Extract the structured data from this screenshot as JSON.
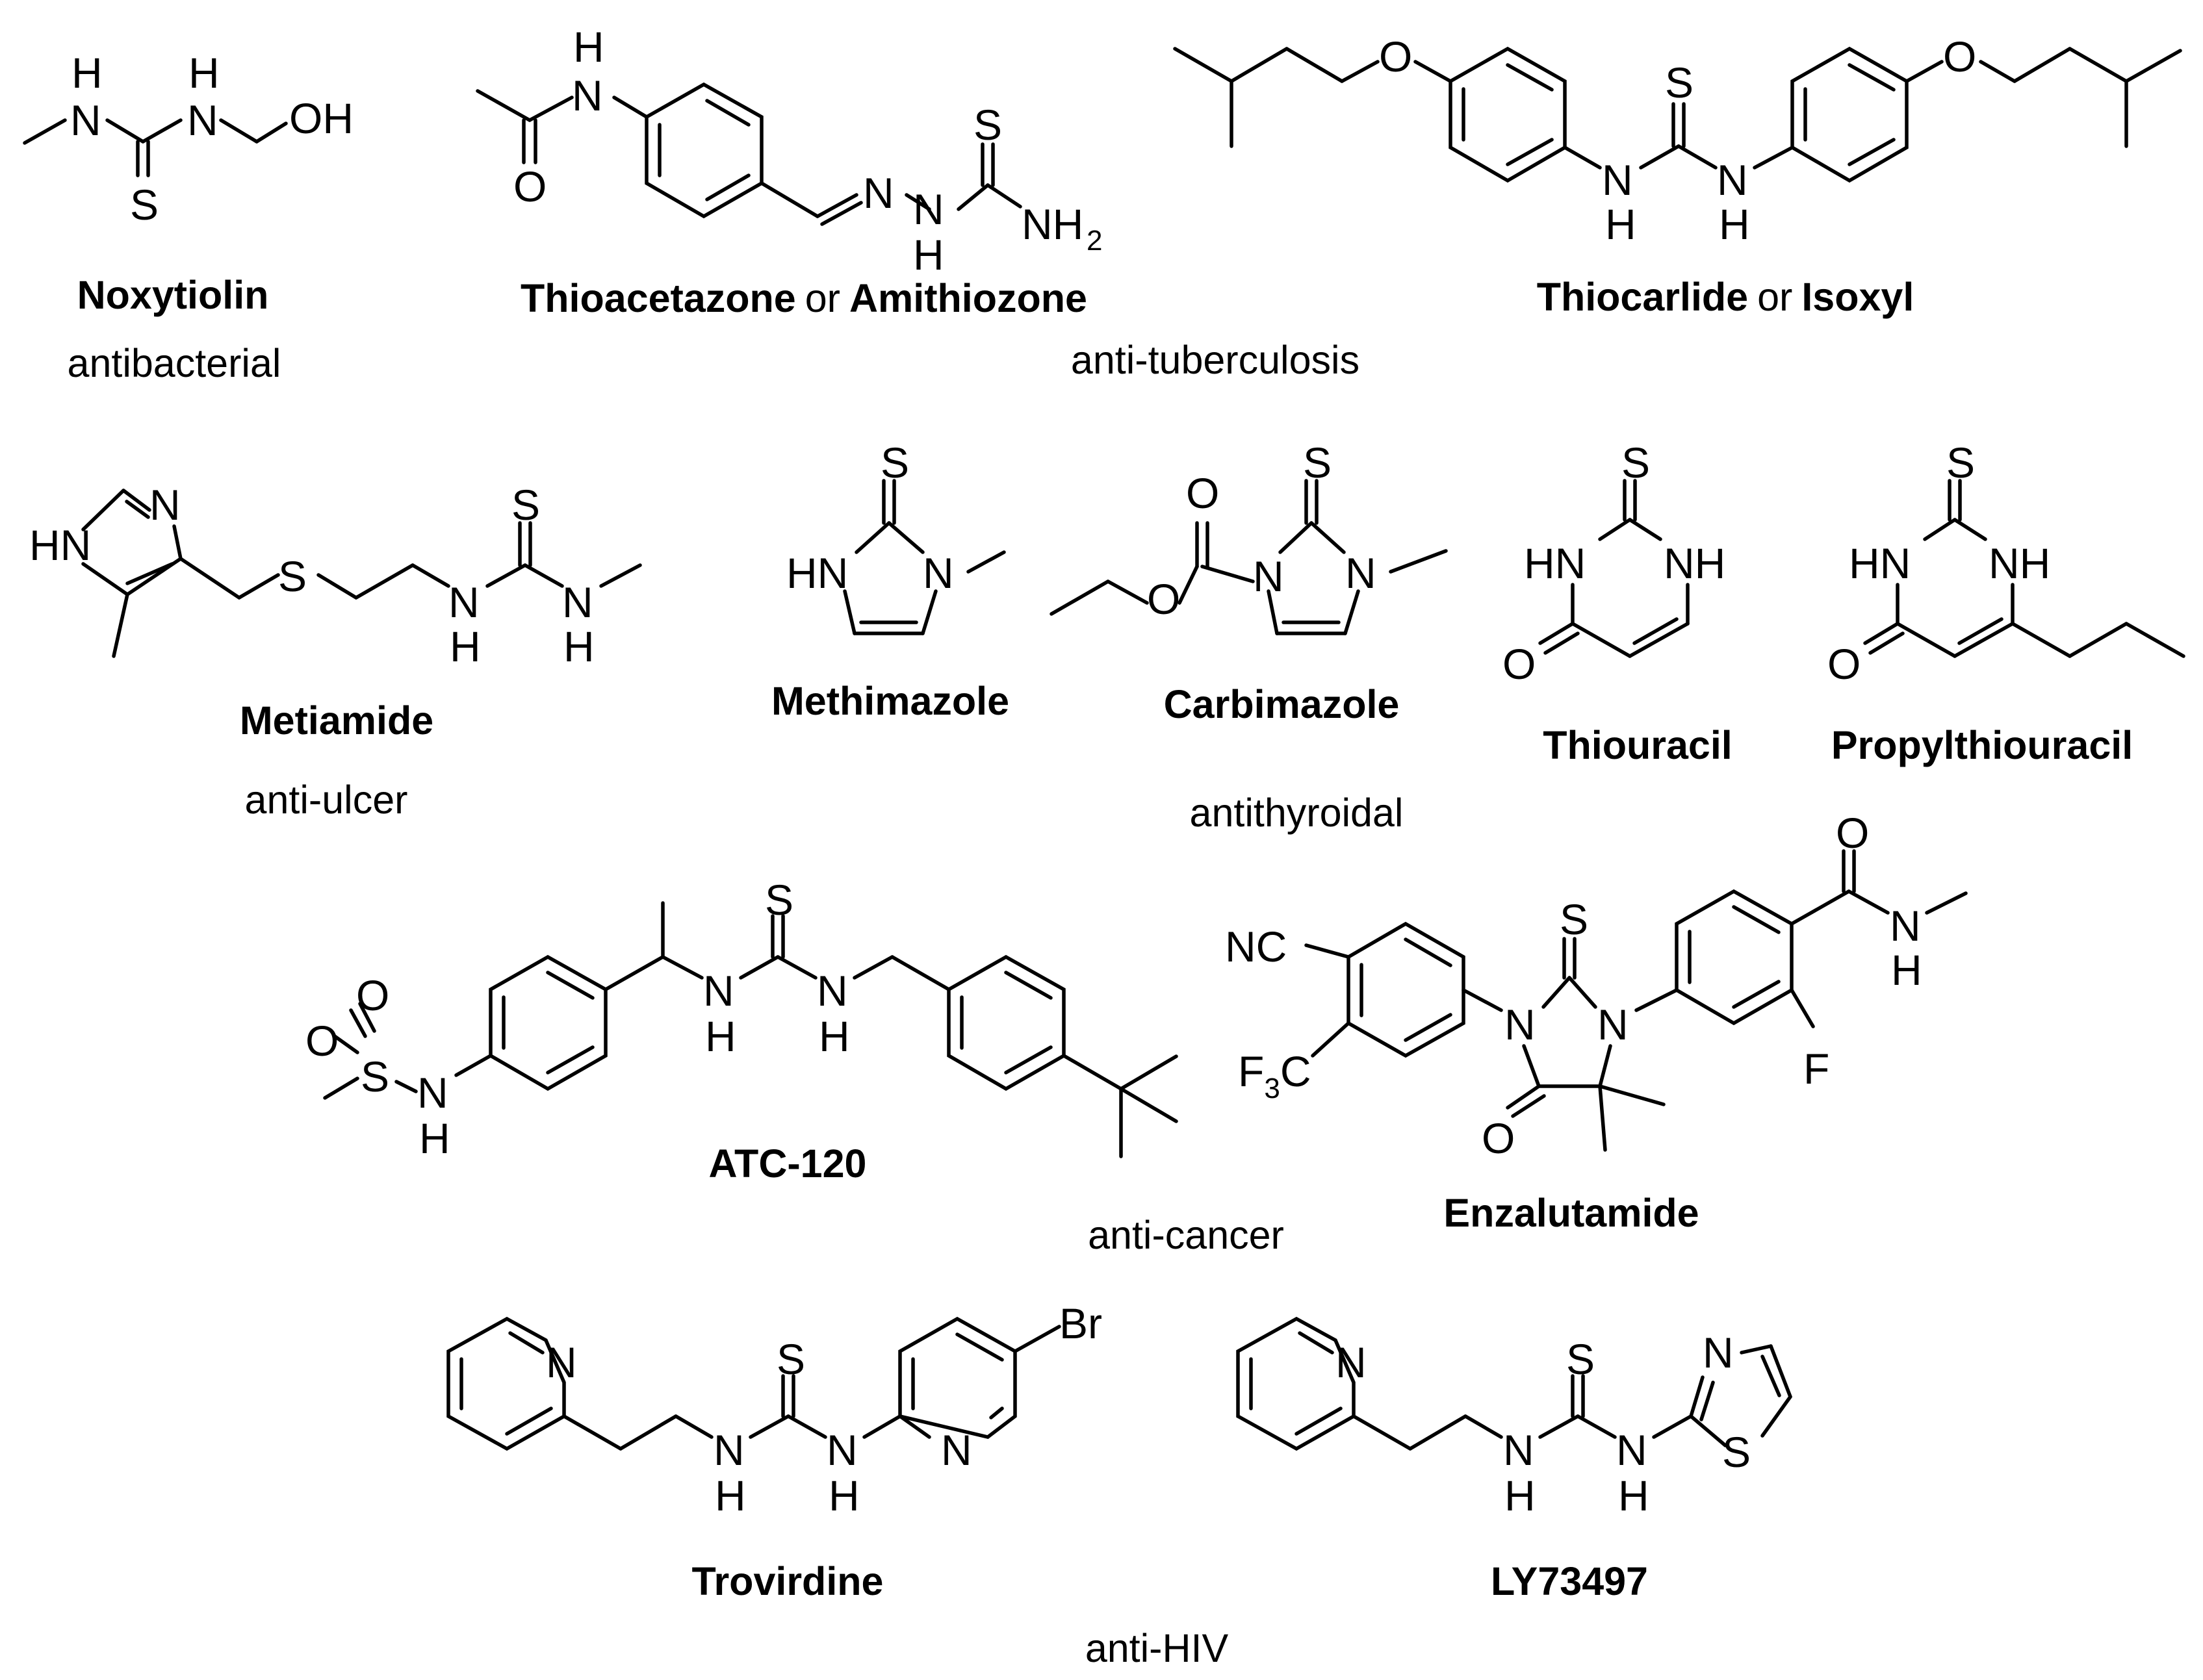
{
  "compounds": [
    {
      "key": "noxytiolin",
      "name": "Noxytiolin"
    },
    {
      "key": "thioacetazone",
      "name": "Thioacetazone",
      "joiner": "or",
      "alt_name": "Amithiozone"
    },
    {
      "key": "thiocarlide",
      "name": "Thiocarlide",
      "joiner": "or",
      "alt_name": "Isoxyl"
    },
    {
      "key": "metiamide",
      "name": "Metiamide"
    },
    {
      "key": "methimazole",
      "name": "Methimazole"
    },
    {
      "key": "carbimazole",
      "name": "Carbimazole"
    },
    {
      "key": "thiouracil",
      "name": "Thiouracil"
    },
    {
      "key": "propylthiouracil",
      "name": "Propylthiouracil"
    },
    {
      "key": "atc120",
      "name": "ATC-120"
    },
    {
      "key": "enzalutamide",
      "name": "Enzalutamide"
    },
    {
      "key": "trovirdine",
      "name": "Trovirdine"
    },
    {
      "key": "ly73497",
      "name": "LY73497"
    }
  ],
  "categories": {
    "antibacterial": "antibacterial",
    "anti_tuberculosis": "anti-tuberculosis",
    "anti_ulcer": "anti-ulcer",
    "antithyroidal": "antithyroidal",
    "anti_cancer": "anti-cancer",
    "anti_hiv": "anti-HIV"
  },
  "atom_labels": {
    "H": "H",
    "N": "N",
    "S": "S",
    "O": "O",
    "OH": "OH",
    "NH": "NH",
    "HN": "HN",
    "NH2": "NH",
    "two": "2",
    "NC": "NC",
    "F3C_F": "F",
    "three": "3",
    "C": "C",
    "F": "F",
    "Br": "Br"
  }
}
